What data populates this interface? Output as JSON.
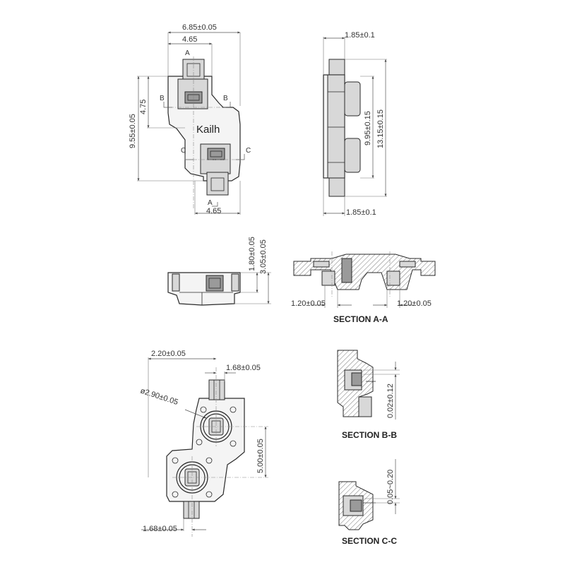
{
  "brand": "Kailh",
  "dimensions": {
    "top_width": "6.85±0.05",
    "top_inner_width": "4.65",
    "bottom_inner_width": "4.65",
    "left_height": "9.55±0.05",
    "left_partial": "4.75",
    "side_top": "1.85±0.1",
    "side_bottom": "1.85±0.1",
    "side_h1": "9.95±0.15",
    "side_h2": "13.15±0.15",
    "front_h1": "1.80±0.05",
    "front_h2": "3.05±0.05",
    "sec_a_left": "1.20±0.05",
    "sec_a_right": "1.20±0.05",
    "bottom_width": "2.20±0.05",
    "bottom_right": "1.68±0.05",
    "hole_dia": "ø2.90±0.05",
    "pitch": "5.00±0.05",
    "bottom_left": "1.68±0.05",
    "sec_b": "0.02±0.12",
    "sec_c": "0.05~0.20"
  },
  "markers": {
    "a_top": "A",
    "a_bottom": "A",
    "b_left": "B",
    "b_right": "B",
    "c_left": "C",
    "c_right": "C"
  },
  "sections": {
    "aa": "SECTION A-A",
    "bb": "SECTION B-B",
    "cc": "SECTION C-C"
  }
}
